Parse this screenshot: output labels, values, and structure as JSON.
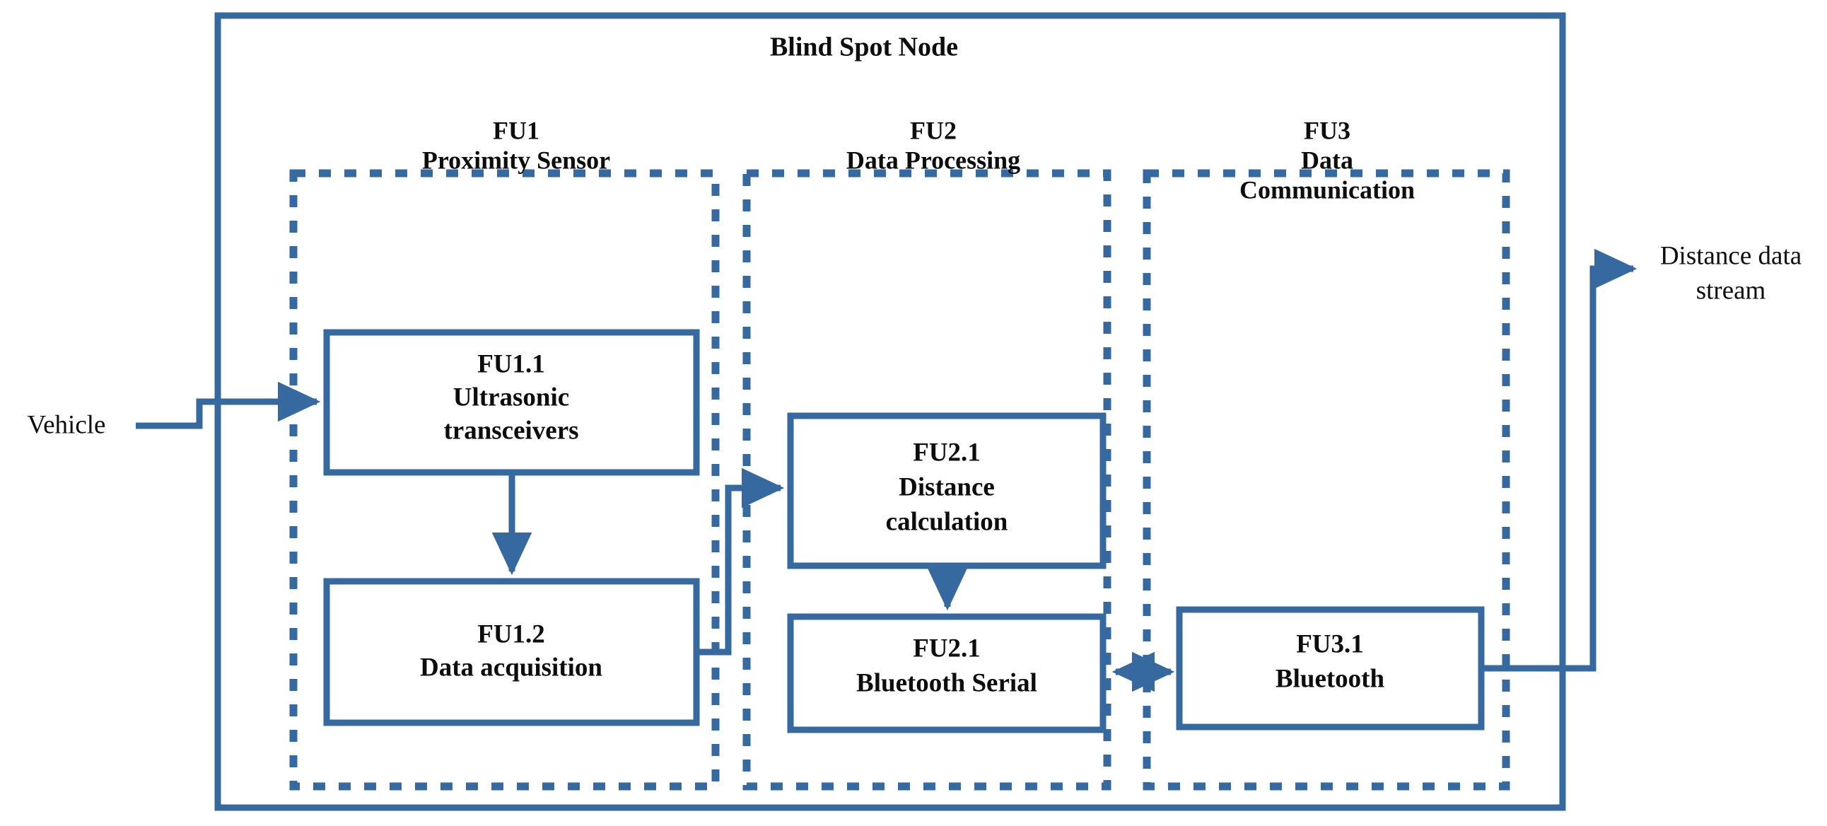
{
  "diagram": {
    "title": "Blind Spot  Node",
    "colors": {
      "line": "#36699F",
      "line_light": "#4B7FB5",
      "text": "#0d0d0d",
      "background": "#ffffff"
    },
    "outer_block": {
      "label": "Blind Spot  Node"
    },
    "sections": [
      {
        "id": "FU1",
        "code": "FU1",
        "name": "Proximity Sensor",
        "lines": [
          "FU1",
          "Proximity Sensor"
        ]
      },
      {
        "id": "FU2",
        "code": "FU2",
        "name": "Data Processing",
        "lines": [
          "FU2",
          "Data Processing"
        ]
      },
      {
        "id": "FU3",
        "code": "FU3",
        "name": "Data Communication",
        "lines": [
          "FU3",
          "Data",
          "Communication"
        ]
      }
    ],
    "blocks": [
      {
        "id": "FU1.1",
        "code": "FU1.1",
        "name": "Ultrasonic transceivers",
        "lines": [
          "FU1.1",
          "Ultrasonic",
          "transceivers"
        ],
        "section": "FU1"
      },
      {
        "id": "FU1.2",
        "code": "FU1.2",
        "name": "Data acquisition",
        "lines": [
          "FU1.2",
          "Data acquisition"
        ],
        "section": "FU1"
      },
      {
        "id": "FU2.1-distance",
        "code": "FU2.1",
        "name": "Distance calculation",
        "lines": [
          "FU2.1",
          "Distance",
          "calculation"
        ],
        "section": "FU2"
      },
      {
        "id": "FU2.1-bluetooth-serial",
        "code": "FU2.1",
        "name": "Bluetooth Serial",
        "lines": [
          "FU2.1",
          "Bluetooth Serial"
        ],
        "section": "FU2"
      },
      {
        "id": "FU3.1",
        "code": "FU3.1",
        "name": "Bluetooth",
        "lines": [
          "FU3.1",
          "Bluetooth"
        ],
        "section": "FU3"
      }
    ],
    "external_labels": [
      {
        "id": "vehicle",
        "text": "Vehicle",
        "lines": [
          "Vehicle"
        ],
        "position": "left"
      },
      {
        "id": "distance-data-stream",
        "text": "Distance data stream",
        "lines": [
          "Distance data",
          "stream"
        ],
        "position": "right"
      }
    ],
    "connections": [
      {
        "id": "vehicle-to-fu11",
        "from": "Vehicle",
        "to": "FU1.1",
        "direction": "one-way"
      },
      {
        "id": "fu11-to-fu12",
        "from": "FU1.1",
        "to": "FU1.2",
        "direction": "one-way"
      },
      {
        "id": "fu12-to-fu21-distance",
        "from": "FU1.2",
        "to": "FU2.1 Distance calculation",
        "direction": "one-way"
      },
      {
        "id": "fu21d-to-fu21bt",
        "from": "FU2.1 Distance calculation",
        "to": "FU2.1 Bluetooth Serial",
        "direction": "one-way"
      },
      {
        "id": "fu21bt-to-fu31",
        "from": "FU2.1 Bluetooth Serial",
        "to": "FU3.1 Bluetooth",
        "direction": "two-way"
      },
      {
        "id": "fu31-to-stream",
        "from": "FU3.1 Bluetooth",
        "to": "Distance data stream",
        "direction": "one-way"
      }
    ]
  }
}
